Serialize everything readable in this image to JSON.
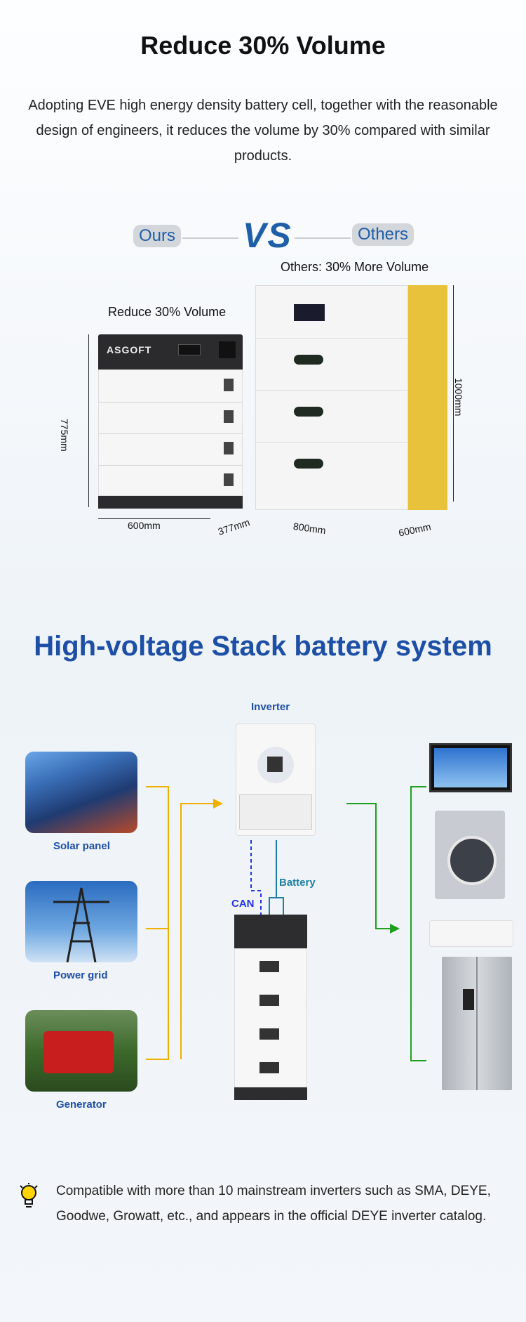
{
  "section1": {
    "title": "Reduce 30% Volume",
    "description": "Adopting EVE high energy density battery cell, together with the reasonable design of engineers, it reduces the volume by 30% compared with similar products.",
    "ours_label": "Ours",
    "vs_label": "VS",
    "others_label": "Others",
    "others_caption": "Others:  30% More Volume",
    "ours_caption": "Reduce 30% Volume",
    "brand": "ASGOFT",
    "ours_height": "775mm",
    "ours_width": "600mm",
    "ours_depth": "377mm",
    "others_height": "1000mm",
    "others_width": "800mm",
    "others_depth": "600mm"
  },
  "section2": {
    "title": "High-voltage Stack battery system",
    "inverter_label": "Inverter",
    "sources": [
      {
        "label": "Solar panel",
        "icon": "solar-panel"
      },
      {
        "label": "Power grid",
        "icon": "power-tower"
      },
      {
        "label": "Generator",
        "icon": "generator"
      }
    ],
    "can_label": "CAN",
    "battery_label": "Battery",
    "loads": [
      "tv",
      "washing-machine",
      "air-conditioner",
      "refrigerator"
    ],
    "colors": {
      "source_line": "#f0b000",
      "load_line": "#1ea01e",
      "can_line": "#2233dd",
      "battery_line": "#1e7fa0",
      "accent": "#1e4fa6"
    }
  },
  "note": {
    "icon": "lightbulb",
    "text": "Compatible with more than 10 mainstream inverters such as SMA, DEYE, Goodwe, Growatt, etc., and appears in the official DEYE inverter catalog."
  }
}
